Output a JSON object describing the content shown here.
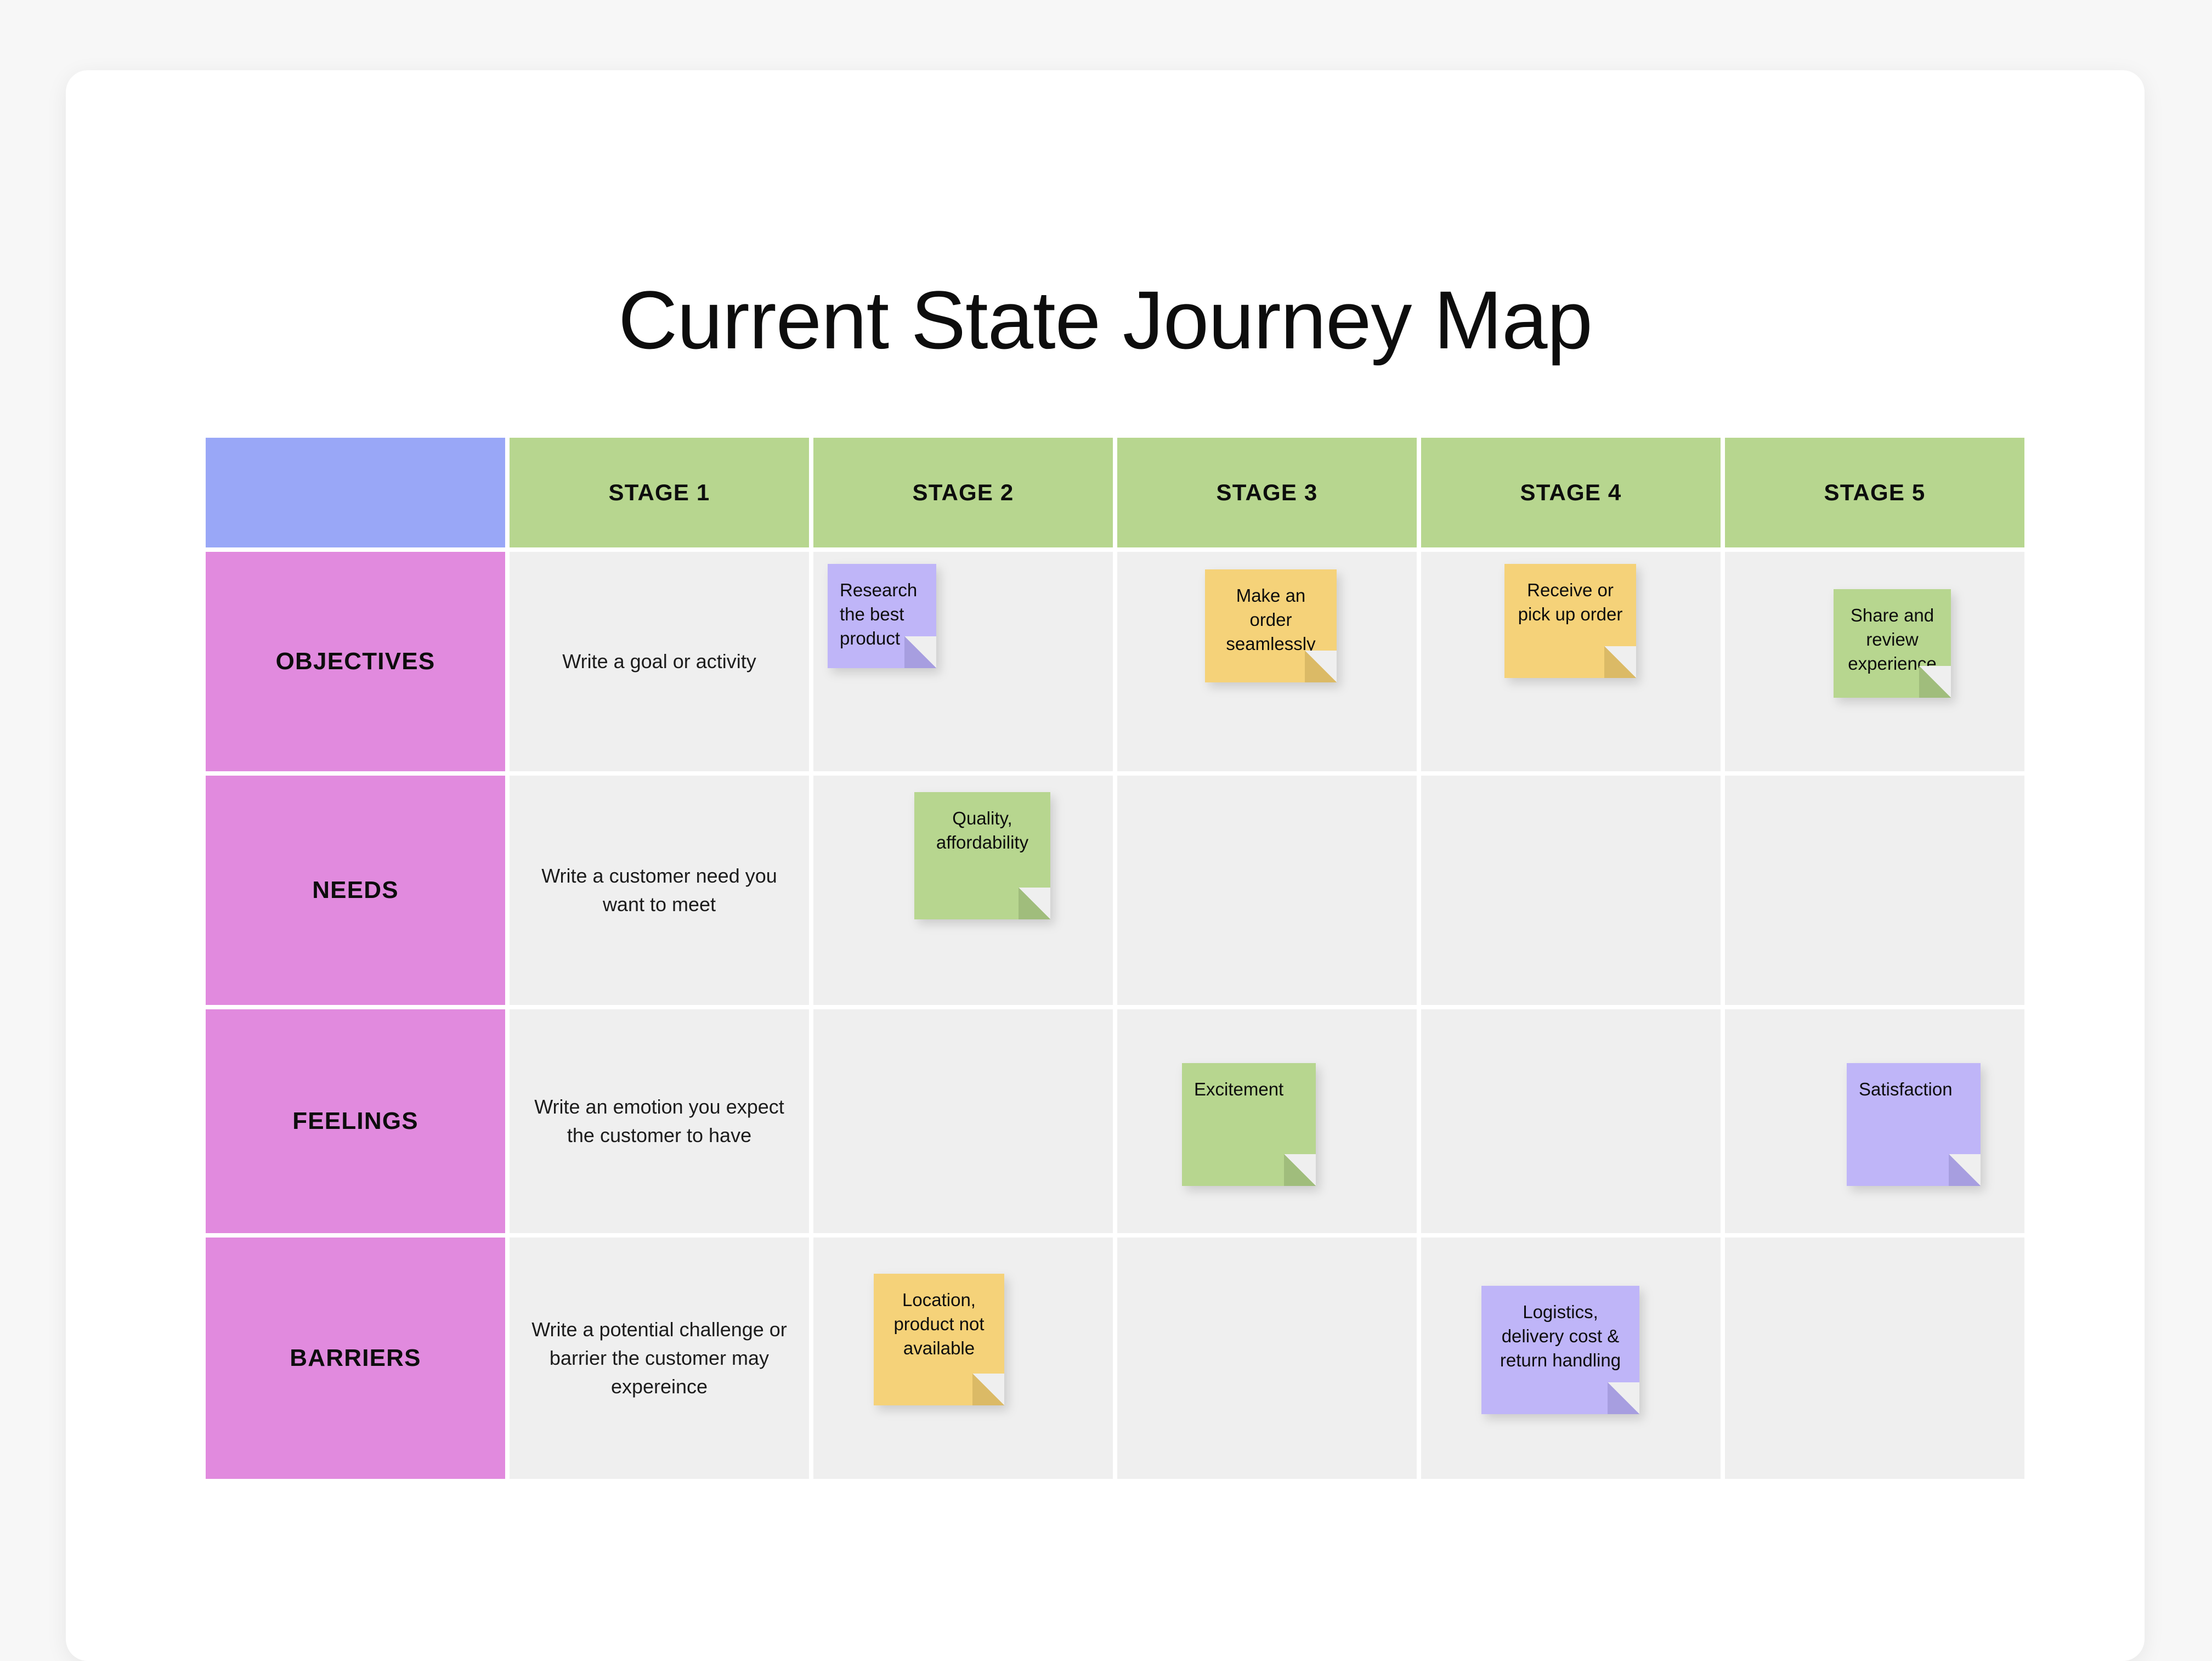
{
  "page": {
    "title": "Current State Journey Map",
    "background_color": "#f7f7f7",
    "card_color": "#ffffff"
  },
  "colors": {
    "corner_cell": "#99a7f7",
    "stage_header": "#b7d68f",
    "row_header": "#e18ade",
    "body_cell": "#efefef",
    "note_purple": "#bfb5f8",
    "note_yellow": "#f5d279",
    "note_green": "#b7d68f",
    "text": "#0d0d0d"
  },
  "grid": {
    "corner_label": "",
    "stage_headers": [
      {
        "label": "STAGE 1"
      },
      {
        "label": "STAGE 2"
      },
      {
        "label": "STAGE 3"
      },
      {
        "label": "STAGE 4"
      },
      {
        "label": "STAGE 5"
      }
    ],
    "rows": [
      {
        "label": "OBJECTIVES",
        "hint": "Write a goal or activity",
        "notes": [
          {
            "stage": "STAGE 2",
            "color": "purple",
            "align": "left",
            "text": "Research the best product"
          },
          {
            "stage": "STAGE 3",
            "color": "yellow",
            "align": "center",
            "text": "Make an order seamlessly"
          },
          {
            "stage": "STAGE 4",
            "color": "yellow",
            "align": "center",
            "text": "Receive or pick up order"
          },
          {
            "stage": "STAGE 5",
            "color": "green",
            "align": "center",
            "text": "Share and review experience"
          }
        ]
      },
      {
        "label": "NEEDS",
        "hint": "Write a customer need you want to meet",
        "notes": [
          {
            "stage": "STAGE 2",
            "color": "green",
            "align": "center",
            "text": "Quality, affordability"
          }
        ]
      },
      {
        "label": "FEELINGS",
        "hint": "Write an emotion you expect the customer to have",
        "notes": [
          {
            "stage": "STAGE 3",
            "color": "green",
            "align": "left",
            "text": "Excitement"
          },
          {
            "stage": "STAGE 5",
            "color": "purple",
            "align": "left",
            "text": "Satisfaction"
          }
        ]
      },
      {
        "label": "BARRIERS",
        "hint": "Write a potential challenge or barrier the customer may expereince",
        "notes": [
          {
            "stage": "STAGE 2",
            "color": "yellow",
            "align": "center",
            "text": "Location, product not available"
          },
          {
            "stage": "STAGE 4",
            "color": "purple",
            "align": "center",
            "text": "Logistics, delivery cost & return handling"
          }
        ]
      }
    ]
  }
}
